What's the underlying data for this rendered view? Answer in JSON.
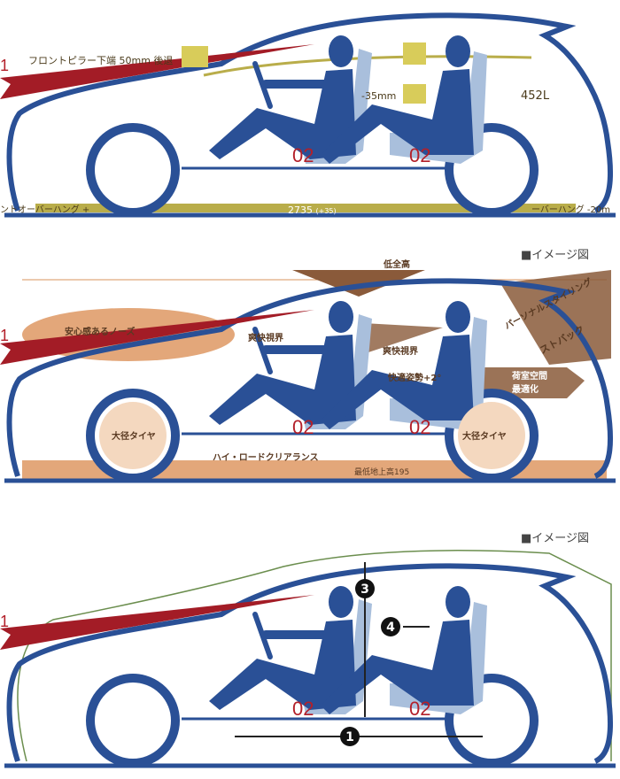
{
  "colors": {
    "body_blue": "#2a5096",
    "seat_blue": "#a9bfdc",
    "red": "#a31c26",
    "olive": "#b9ad4a",
    "copper": "#d9935e",
    "green": "#6b8e4e"
  },
  "panel1": {
    "pillar_label": "フロントピラー下端 50mm 後退",
    "rear_shift": "-35mm",
    "luggage": "452L",
    "seat_front": "02",
    "seat_rear": "02",
    "wheelbase": "2735",
    "wheelbase_delta": "(+35)",
    "front_overhang": "ントオーバーハング +",
    "rear_overhang": "ーバーハング -20m",
    "edge_mark": "1"
  },
  "panel2": {
    "caption": "■イメージ図",
    "low_height": "低全高",
    "styling": "パーソナルスタイリング",
    "fastback": "ストバック",
    "nose": "安心感あるノーズ",
    "view_front": "爽快視界",
    "view_rear": "爽快視界",
    "posture": "快適姿勢+2°",
    "cargo_line1": "荷室空間",
    "cargo_line2": "最適化",
    "tire_front": "大径タイヤ",
    "tire_rear": "大径タイヤ",
    "clearance": "ハイ・ロードクリアランス",
    "min_clearance": "最低地上高195",
    "seat_front": "02",
    "seat_rear": "02",
    "edge_mark": "1"
  },
  "panel3": {
    "caption": "■イメージ図",
    "marker_1": "1",
    "marker_3": "3",
    "marker_4": "4",
    "seat_front": "02",
    "seat_rear": "02",
    "edge_mark": "1"
  }
}
